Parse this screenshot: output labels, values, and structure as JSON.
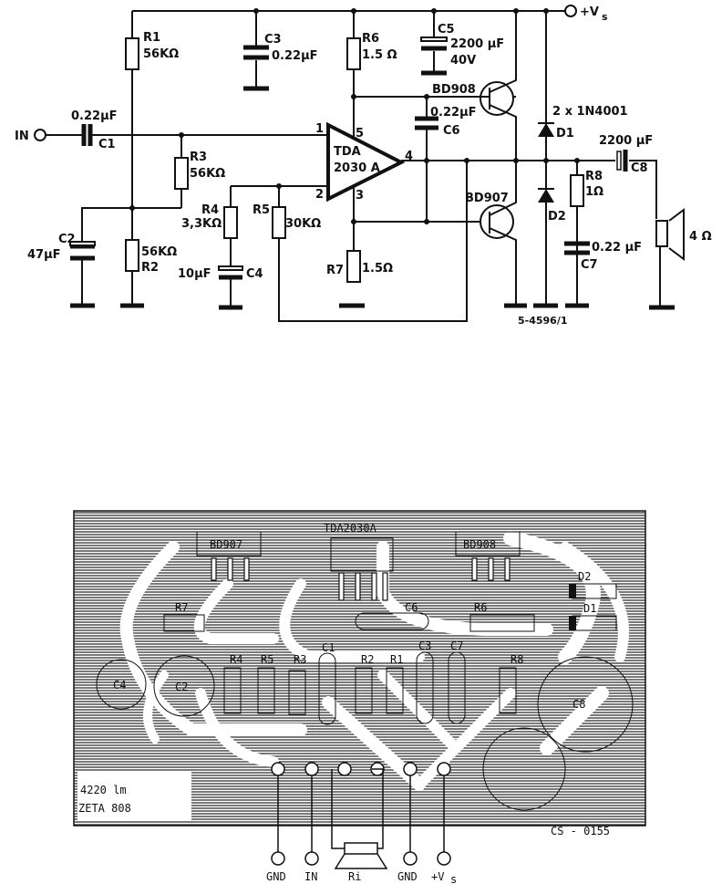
{
  "schematic": {
    "input_label": "IN",
    "supply_label": "+V",
    "supply_sub": "s",
    "ic": {
      "line1": "TDA",
      "line2": "2030 A",
      "pins": [
        "1",
        "2",
        "3",
        "4",
        "5"
      ]
    },
    "components": {
      "R1": {
        "name": "R1",
        "value": "56KΩ"
      },
      "R2": {
        "name": "R2",
        "value": "56KΩ"
      },
      "R3": {
        "name": "R3",
        "value": "56KΩ"
      },
      "R4": {
        "name": "R4",
        "value": "3,3KΩ"
      },
      "R5": {
        "name": "R5",
        "value": "30KΩ"
      },
      "R6": {
        "name": "R6",
        "value": "1.5 Ω"
      },
      "R7": {
        "name": "R7",
        "value": "1.5Ω"
      },
      "R8": {
        "name": "R8",
        "value": "1Ω"
      },
      "C1": {
        "name": "C1",
        "value": "0.22µF"
      },
      "C2": {
        "name": "C2",
        "value": "47µF"
      },
      "C3": {
        "name": "C3",
        "value": "0.22µF"
      },
      "C4": {
        "name": "C4",
        "value": "10µF"
      },
      "C5": {
        "name": "C5",
        "value": "2200 µF",
        "voltage": "40V"
      },
      "C6": {
        "name": "C6",
        "value": "0.22µF"
      },
      "C7": {
        "name": "C7",
        "value": "0.22 µF"
      },
      "C8": {
        "name": "C8",
        "value": "2200 µF"
      },
      "D1": {
        "name": "D1"
      },
      "D2": {
        "name": "D2"
      },
      "diodes_note": "2 x 1N4001",
      "Q1": {
        "name": "BD908"
      },
      "Q2": {
        "name": "BD907"
      },
      "speaker": {
        "value": "4 Ω"
      }
    },
    "drawing_code": "5-4596/1"
  },
  "pcb": {
    "ic_label": "TDA2030A",
    "q_labels": [
      "BD907",
      "BD908"
    ],
    "part_labels": [
      "R7",
      "C6",
      "R6",
      "D2",
      "D1",
      "C4",
      "C2",
      "R4",
      "R5",
      "R3",
      "C1",
      "R2",
      "R1",
      "C3",
      "C7",
      "R8",
      "C8"
    ],
    "corner_text": [
      "4220 lm",
      "ZETA 808"
    ],
    "code": "CS - 0155",
    "connectors": [
      "GND",
      "IN",
      "Ri",
      "GND",
      "+V"
    ],
    "connector_sub": "s"
  }
}
